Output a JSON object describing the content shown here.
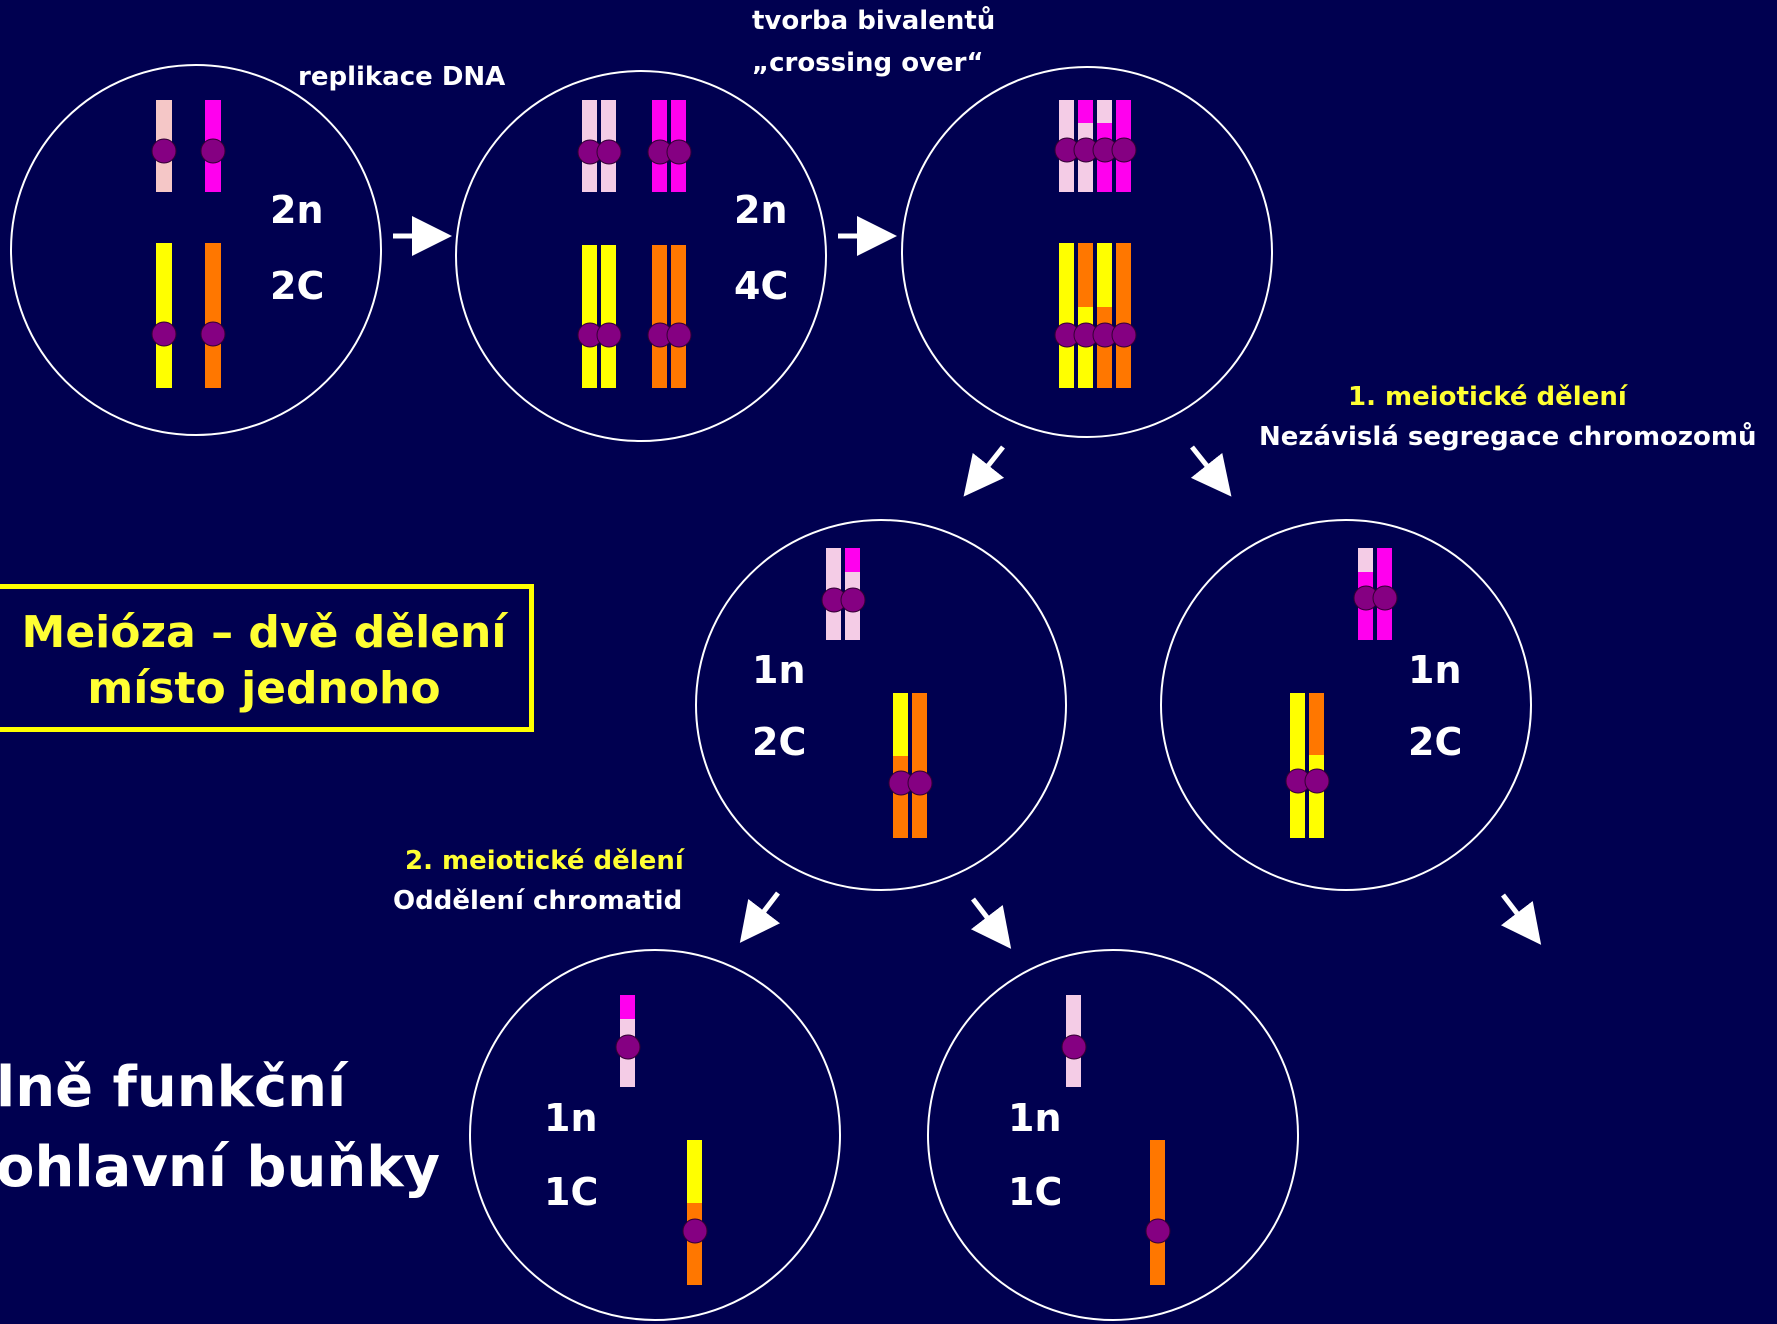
{
  "labels": {
    "replication": "replikace DNA",
    "bivalents_line1": "tvorba bivalentů",
    "bivalents_line2": "„crossing over“",
    "meiosis1_title": "1. meiotické dělení",
    "meiosis1_desc": "Nezávislá segregace chromozomů",
    "meiosis2_title": "2. meiotické dělení",
    "meiosis2_desc": "Oddělení chromatid"
  },
  "cells": [
    {
      "id": "cell-1",
      "n": "2n",
      "c": "2C"
    },
    {
      "id": "cell-2",
      "n": "2n",
      "c": "4C"
    },
    {
      "id": "cell-3",
      "n": "",
      "c": ""
    },
    {
      "id": "cell-4",
      "n": "1n",
      "c": "2C"
    },
    {
      "id": "cell-5",
      "n": "1n",
      "c": "2C"
    },
    {
      "id": "cell-6",
      "n": "1n",
      "c": "1C"
    },
    {
      "id": "cell-7",
      "n": "1n",
      "c": "1C"
    }
  ],
  "title_box": {
    "line1": "Meióza – dvě dělení",
    "line2": "místo jednoho"
  },
  "bottom_text": {
    "line1": "lně funkční",
    "line2": "ohlavní buňky"
  },
  "colors": {
    "background": "#000050",
    "light_pink": "#f4cce6",
    "pale_pink": "#f5c7c7",
    "magenta": "#ff00ee",
    "yellow": "#ffff00",
    "orange": "#ff7700",
    "centromere": "#850082",
    "highlight": "#ffff33"
  }
}
